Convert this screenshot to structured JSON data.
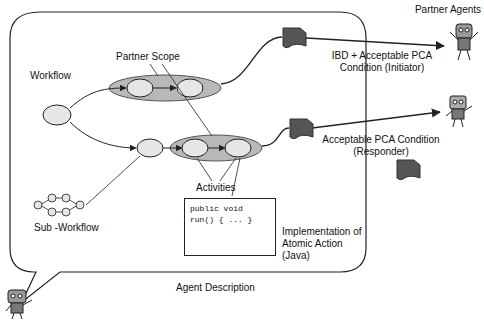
{
  "diagram": {
    "nodes": [
      {
        "text": [
          "public void run() { ... }"
        ]
      }
    ],
    "labels": [
      "Partner Agents",
      "Workflow",
      "Partner Scope",
      "IBD + Acceptable PCA Condition (Initiator)",
      "Activities",
      "Acceptable PCA Condition (Responder)",
      "Sub -Workflow",
      "Implementation of Atomic Action (Java)",
      "Agent Description"
    ]
  }
}
